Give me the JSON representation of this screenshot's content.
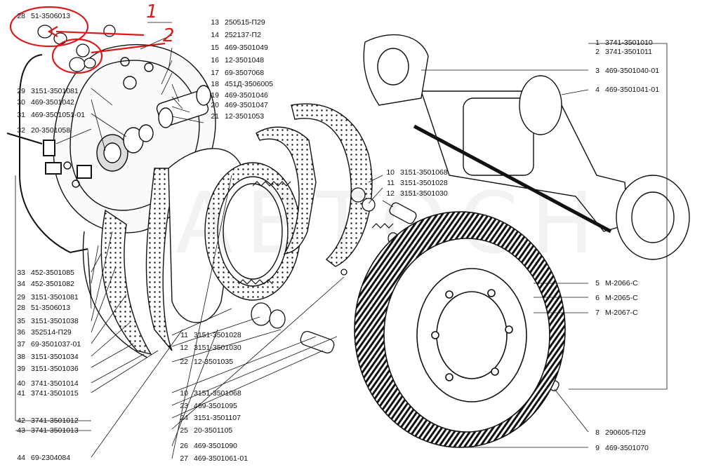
{
  "watermark": "АВТОСН",
  "annotations": [
    "1",
    "2"
  ],
  "colors": {
    "ink": "#111111",
    "annotation": "#d81b1b"
  },
  "callouts_left": [
    {
      "num": "28",
      "code": "51-3506013"
    },
    {
      "num": "29",
      "code": "3151-3501081"
    },
    {
      "num": "30",
      "code": "469-3501042"
    },
    {
      "num": "31",
      "code": "469-3501051-01"
    },
    {
      "num": "32",
      "code": "20-3501058"
    },
    {
      "num": "33",
      "code": "452-3501085"
    },
    {
      "num": "34",
      "code": "452-3501082"
    },
    {
      "num": "29",
      "code": "3151-3501081"
    },
    {
      "num": "28",
      "code": "51-3506013"
    },
    {
      "num": "35",
      "code": "3151-3501038"
    },
    {
      "num": "36",
      "code": "352514-П29"
    },
    {
      "num": "37",
      "code": "69-3501037-01"
    },
    {
      "num": "38",
      "code": "3151-3501034"
    },
    {
      "num": "39",
      "code": "3151-3501036"
    },
    {
      "num": "40",
      "code": "3741-3501014"
    },
    {
      "num": "41",
      "code": "3741-3501015"
    },
    {
      "num": "42",
      "code": "3741-3501012"
    },
    {
      "num": "43",
      "code": "3741-3501013"
    },
    {
      "num": "44",
      "code": "69-2304084"
    }
  ],
  "callouts_mid_top": [
    {
      "num": "13",
      "code": "250515-П29"
    },
    {
      "num": "14",
      "code": "252137-П2"
    },
    {
      "num": "15",
      "code": "469-3501049"
    },
    {
      "num": "16",
      "code": "12-3501048"
    },
    {
      "num": "17",
      "code": "69-3507068"
    },
    {
      "num": "18",
      "code": "451Д-3506005"
    },
    {
      "num": "19",
      "code": "469-3501046"
    },
    {
      "num": "20",
      "code": "469-3501047"
    },
    {
      "num": "21",
      "code": "12-3501053"
    }
  ],
  "callouts_mid_a": [
    {
      "num": "10",
      "code": "3151-3501068"
    },
    {
      "num": "11",
      "code": "3151-3501028"
    },
    {
      "num": "12",
      "code": "3151-3501030"
    }
  ],
  "callouts_mid_b": [
    {
      "num": "11",
      "code": "3151-3501028"
    },
    {
      "num": "12",
      "code": "3151-3501030"
    },
    {
      "num": "22",
      "code": "12-3501035"
    }
  ],
  "callouts_bottom": [
    {
      "num": "10",
      "code": "3151-3501068"
    },
    {
      "num": "23",
      "code": "469-3501095"
    },
    {
      "num": "24",
      "code": "3151-3501107"
    },
    {
      "num": "25",
      "code": "20-3501105"
    },
    {
      "num": "26",
      "code": "469-3501090"
    },
    {
      "num": "27",
      "code": "469-3501061-01"
    }
  ],
  "callouts_right": [
    {
      "num": "1",
      "code": "3741-3501010"
    },
    {
      "num": "2",
      "code": "3741-3501011"
    },
    {
      "num": "3",
      "code": "469-3501040-01"
    },
    {
      "num": "4",
      "code": "469-3501041-01"
    },
    {
      "num": "5",
      "code": "М-2066-С"
    },
    {
      "num": "6",
      "code": "М-2065-С"
    },
    {
      "num": "7",
      "code": "М-2067-С"
    },
    {
      "num": "8",
      "code": "290605-П29"
    },
    {
      "num": "9",
      "code": "469-3501070"
    }
  ]
}
